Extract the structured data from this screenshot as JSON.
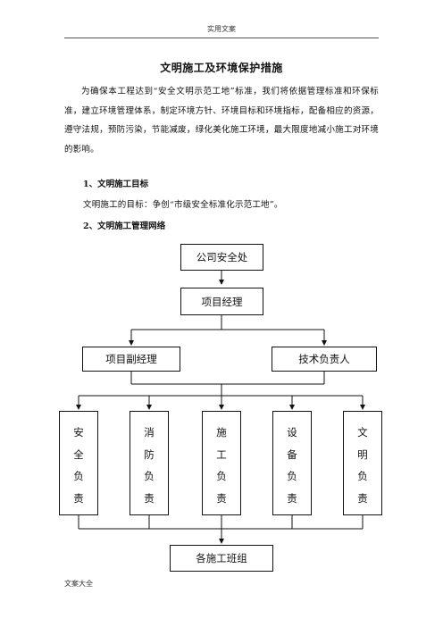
{
  "header": {
    "text": "实用文案"
  },
  "title": "文明施工及环境保护措施",
  "intro": "为确保本工程达到“安全文明示范工地”标准，我们将依据管理标准和环保标准，建立环境管理体系，制定环境方针、环境目标和环境指标，配备相应的资源，遵守法规，预防污染，节能减废，绿化美化施工环境，最大限度地减小施工对环境的影响。",
  "section1": {
    "heading": "1、文明施工目标",
    "text": "文明施工的目标：争创“市级安全标准化示范工地”。"
  },
  "section2": {
    "heading": "2、文明施工管理网络"
  },
  "org": {
    "top": "公司安全处",
    "manager": "项目经理",
    "deputy": "项目副经理",
    "tech": "技术负责人",
    "duties": [
      [
        "安",
        "全",
        "负",
        "责"
      ],
      [
        "消",
        "防",
        "负",
        "责"
      ],
      [
        "施",
        "工",
        "负",
        "责"
      ],
      [
        "设",
        "备",
        "负",
        "责"
      ],
      [
        "文",
        "明",
        "负",
        "责"
      ]
    ],
    "bottom": "各施工班组"
  },
  "footer": {
    "text": "文案大全"
  }
}
